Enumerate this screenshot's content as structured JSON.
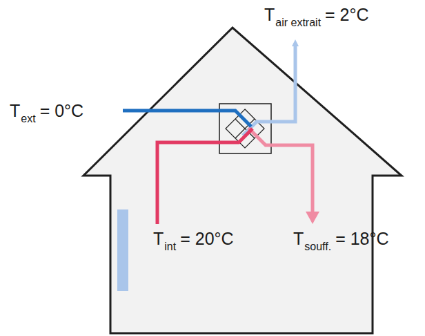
{
  "diagram": {
    "labels": [
      "T",
      "ext",
      "= 0°C",
      "T",
      "air extrait",
      "= 2°C",
      "T",
      "int",
      "= 20°C",
      "T",
      "souff.",
      "= 18°C"
    ]
  }
}
